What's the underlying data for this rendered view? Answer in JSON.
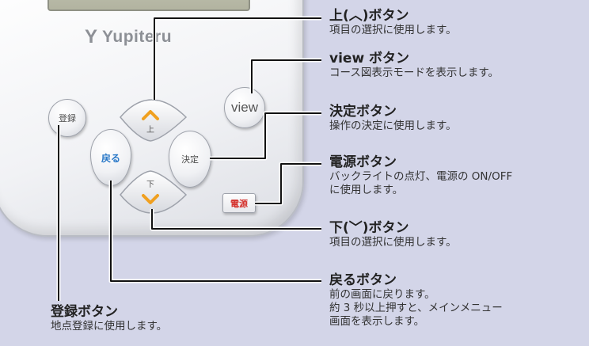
{
  "device": {
    "logo": "Yupiteru",
    "buttons": {
      "register": "登録",
      "back": "戻る",
      "enter": "決定",
      "view": "view",
      "up": "上",
      "down": "下",
      "power": "電源"
    }
  },
  "callouts": {
    "up": {
      "title": "上(︿)ボタン",
      "desc": "項目の選択に使用します。"
    },
    "view": {
      "title": "view ボタン",
      "desc": "コース図表示モードを表示します。"
    },
    "enter": {
      "title": "決定ボタン",
      "desc": "操作の決定に使用します。"
    },
    "power": {
      "title": "電源ボタン",
      "desc_lines": [
        "バックライトの点灯、電源の ON/OFF",
        "に使用します。"
      ]
    },
    "down": {
      "title": "下(﹀)ボタン",
      "desc": "項目の選択に使用します。"
    },
    "back": {
      "title": "戻るボタン",
      "desc_lines": [
        "前の画面に戻ります。",
        "約 3 秒以上押すと、メインメニュー",
        "画面を表示します。"
      ]
    },
    "register": {
      "title": "登録ボタン",
      "desc": "地点登録に使用します。"
    }
  },
  "colors": {
    "background": "#d3d5e8",
    "leader_line": "#111111",
    "arrow_orange": "#f0a020",
    "power_red": "#d4332e",
    "back_blue": "#2a79c8"
  }
}
